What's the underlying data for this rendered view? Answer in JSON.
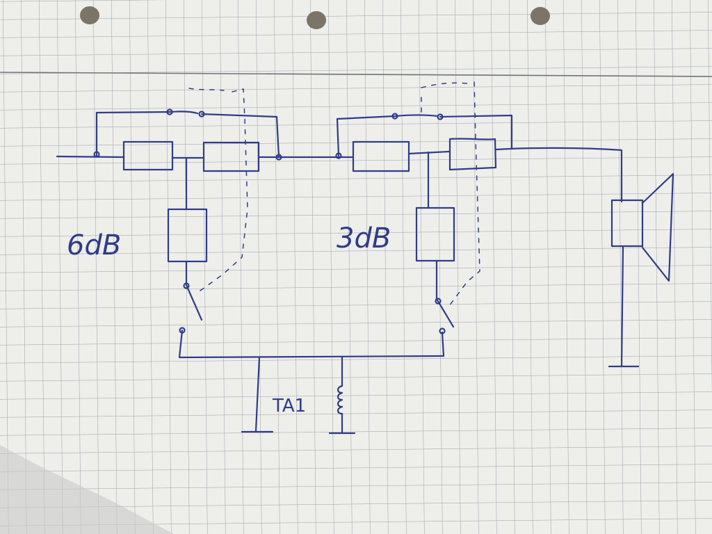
{
  "diagram": {
    "labels": {
      "left_attenuator": "6dB",
      "right_attenuator": "3dB",
      "ground_label": "TA1"
    },
    "colors": {
      "paper": "#eeeeeb",
      "grid": "#9aa0a6",
      "ink": "#2f3c86",
      "hole": "#7d7468"
    }
  }
}
